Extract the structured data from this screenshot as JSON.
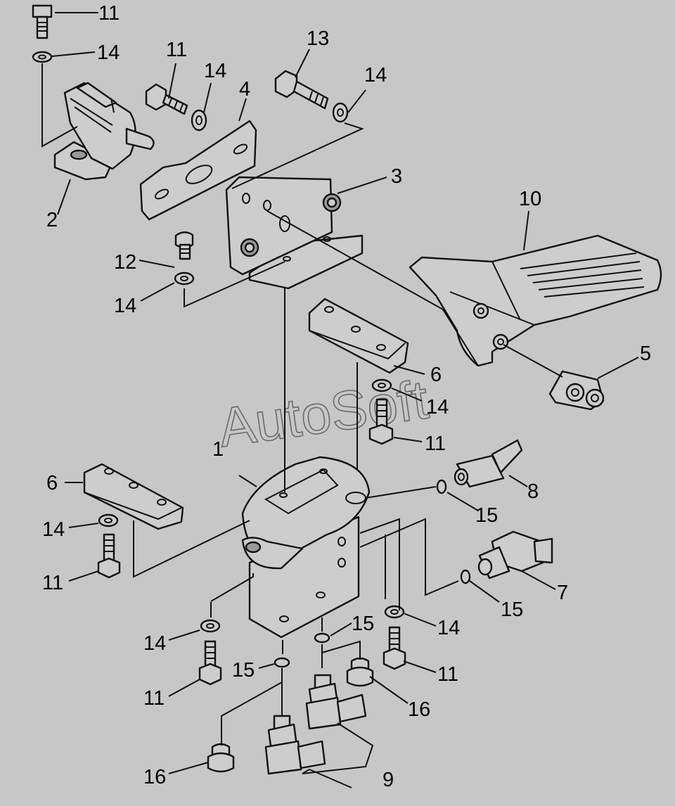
{
  "watermark": "AutoSoft",
  "callouts": {
    "c1": "1",
    "c2": "2",
    "c3": "3",
    "c4": "4",
    "c5": "5",
    "c6a": "6",
    "c6b": "6",
    "c7": "7",
    "c8": "8",
    "c9": "9",
    "c10": "10",
    "c11a": "11",
    "c11b": "11",
    "c11c": "11",
    "c11d": "11",
    "c11e": "11",
    "c11f": "11",
    "c12": "12",
    "c13": "13",
    "c14a": "14",
    "c14b": "14",
    "c14c": "14",
    "c14d": "14",
    "c14e": "14",
    "c14f": "14",
    "c14g": "14",
    "c15a": "15",
    "c15b": "15",
    "c15c": "15",
    "c15d": "15",
    "c16a": "16",
    "c16b": "16"
  }
}
